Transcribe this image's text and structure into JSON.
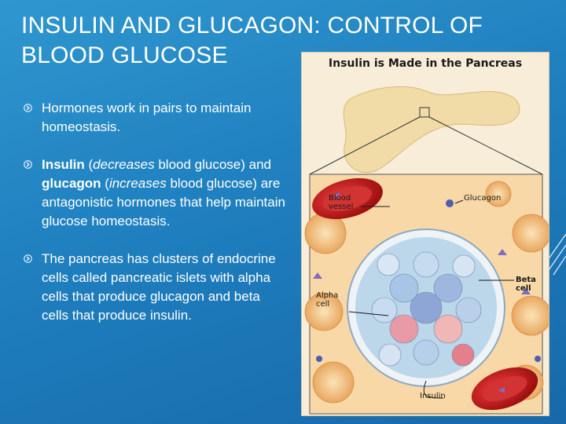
{
  "slide": {
    "title": "INSULIN AND GLUCAGON: CONTROL OF BLOOD GLUCOSE",
    "bullets": [
      {
        "id": "pairs",
        "text": "Hormones work in pairs to maintain homeostasis."
      },
      {
        "id": "antagonistic"
      },
      {
        "id": "islets",
        "text": "The pancreas has clusters of endocrine cells called pancreatic islets with alpha cells that produce glucagon and beta cells that produce insulin."
      }
    ],
    "bullet2": {
      "insulin": "Insulin",
      "open": " (",
      "decreases": "decreases",
      "blood1": " blood glucose) and ",
      "glucagon": "glucagon",
      "open2": " (",
      "increases": "increases",
      "rest": " blood glucose) are antagonistic hormones that help maintain glucose homeostasis."
    },
    "bullet_icon": "circled-arrow-icon"
  },
  "figure": {
    "title": "Insulin is Made in the Pancreas",
    "labels": {
      "blood_vessel": "Blood vessel",
      "glucagon": "Glucagon",
      "beta_cell": "Beta cell",
      "alpha_cell": "Alpha cell",
      "insulin": "Insulin"
    }
  }
}
